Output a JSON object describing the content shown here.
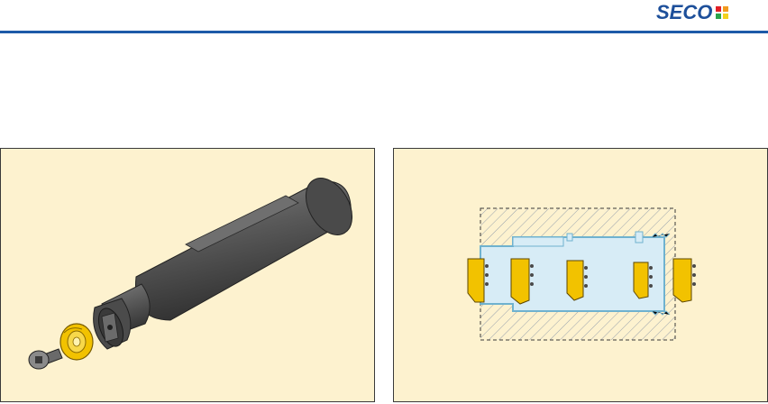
{
  "brand": {
    "name": "SECO",
    "accent_color": "#1d5aa8",
    "panel_color": "#fdf2cf",
    "insert_color": "#f2c200"
  },
  "panels": [
    {
      "id": "tool-assembly",
      "icons": [
        "boring-bar-icon",
        "insert-icon",
        "clamp-screw-icon"
      ]
    },
    {
      "id": "machining-cross-section",
      "icons": [
        "workpiece-section-icon",
        "grooving-insert-icon"
      ]
    }
  ]
}
